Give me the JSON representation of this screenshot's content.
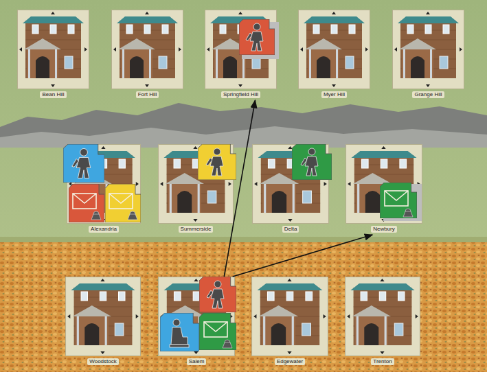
{
  "diagram": {
    "nodes": [
      {
        "text": [
          "Bean Hill"
        ]
      },
      {
        "text": [
          "Fort Hill"
        ]
      },
      {
        "text": [
          "Springfield Hill"
        ]
      },
      {
        "text": [
          "Myer Hill"
        ]
      },
      {
        "text": [
          "Grange Hill"
        ]
      },
      {
        "text": [
          "Alexandria"
        ]
      },
      {
        "text": [
          "Summerside"
        ]
      },
      {
        "text": [
          "Delta"
        ]
      },
      {
        "text": [
          "Newbury"
        ]
      },
      {
        "text": [
          "Woodstock"
        ]
      },
      {
        "text": [
          "Salem"
        ]
      },
      {
        "text": [
          "Edgewater"
        ]
      },
      {
        "text": [
          "Trenton"
        ]
      }
    ],
    "edges": [
      {
        "from": 10,
        "to": 2,
        "arrow": "to"
      },
      {
        "from": 10,
        "to": 8,
        "arrow": "to"
      }
    ]
  }
}
